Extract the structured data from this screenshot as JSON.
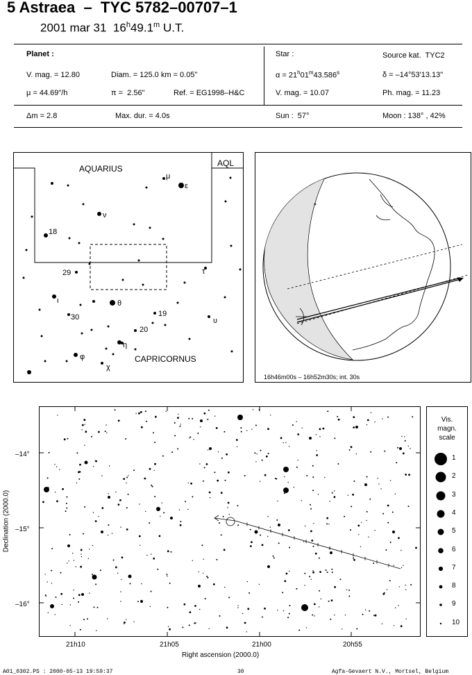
{
  "header": {
    "title": "5 Astraea  –  TYC 5782–00707–1",
    "date": "2001 mar 31",
    "time_h": "16",
    "time_h_sup": "h",
    "time_m": "49.1",
    "time_m_sup": "m",
    "time_suffix": " U.T."
  },
  "planet": {
    "heading": "Planet :",
    "vmag": "V. mag. = 12.80",
    "diam": "Diam. = 125.0 km = 0.05\"",
    "mu": "μ = 44.69\"/h",
    "pi": "π =  2.56\"",
    "ref": "Ref. = EG1998–H&C"
  },
  "star": {
    "heading": "Star :",
    "source": "Source kat.  TYC2",
    "alpha_pre": "α = 21",
    "alpha_h": "h",
    "alpha_mid": "01",
    "alpha_m": "m",
    "alpha_sec": "43.586",
    "alpha_s": "s",
    "delta": "δ = –14°53'13.13\"",
    "vmag": "V. mag. = 10.07",
    "phmag": "Ph. mag. = 11.23"
  },
  "event": {
    "dm": "Δm = 2.8",
    "maxdur": "Max. dur. = 4.0s",
    "sun": "Sun :  57°",
    "moon": "Moon : 138° , 42%"
  },
  "finder_chart": {
    "const_top": "AQUARIUS",
    "const_bottom": "CAPRICORNUS",
    "const_corner": "AQL",
    "labels": {
      "mu": "μ",
      "eps": "ε",
      "nu": "ν",
      "n18": "18",
      "n29": "29",
      "tau": "τ",
      "iota": "ι",
      "theta": "θ",
      "n19": "19",
      "n30": "30",
      "upsilon": "υ",
      "n20": "20",
      "eta": "η",
      "phi": "φ",
      "chi": "χ"
    }
  },
  "globe": {
    "caption": "16h46m00s – 16h52m30s; int. 30s"
  },
  "star_chart": {
    "y_ticks": [
      "–14°",
      "–15°",
      "–16°"
    ],
    "x_ticks": [
      "21h10",
      "21h05",
      "21h00",
      "20h55"
    ],
    "ylabel": "Declination (2000.0)",
    "xlabel": "Right ascension (2000.0)"
  },
  "mag_scale": {
    "title1": "Vis.",
    "title2": "magn.",
    "title3": "scale",
    "items": [
      "1",
      "2",
      "3",
      "4",
      "5",
      "6",
      "7",
      "8",
      "9",
      "10"
    ]
  },
  "footer": {
    "left": "A01_0302.PS : 2000-05-13 19:59:37",
    "center": "30",
    "right": "Agfa-Gevaert N.V., Mortsel, Belgium"
  }
}
